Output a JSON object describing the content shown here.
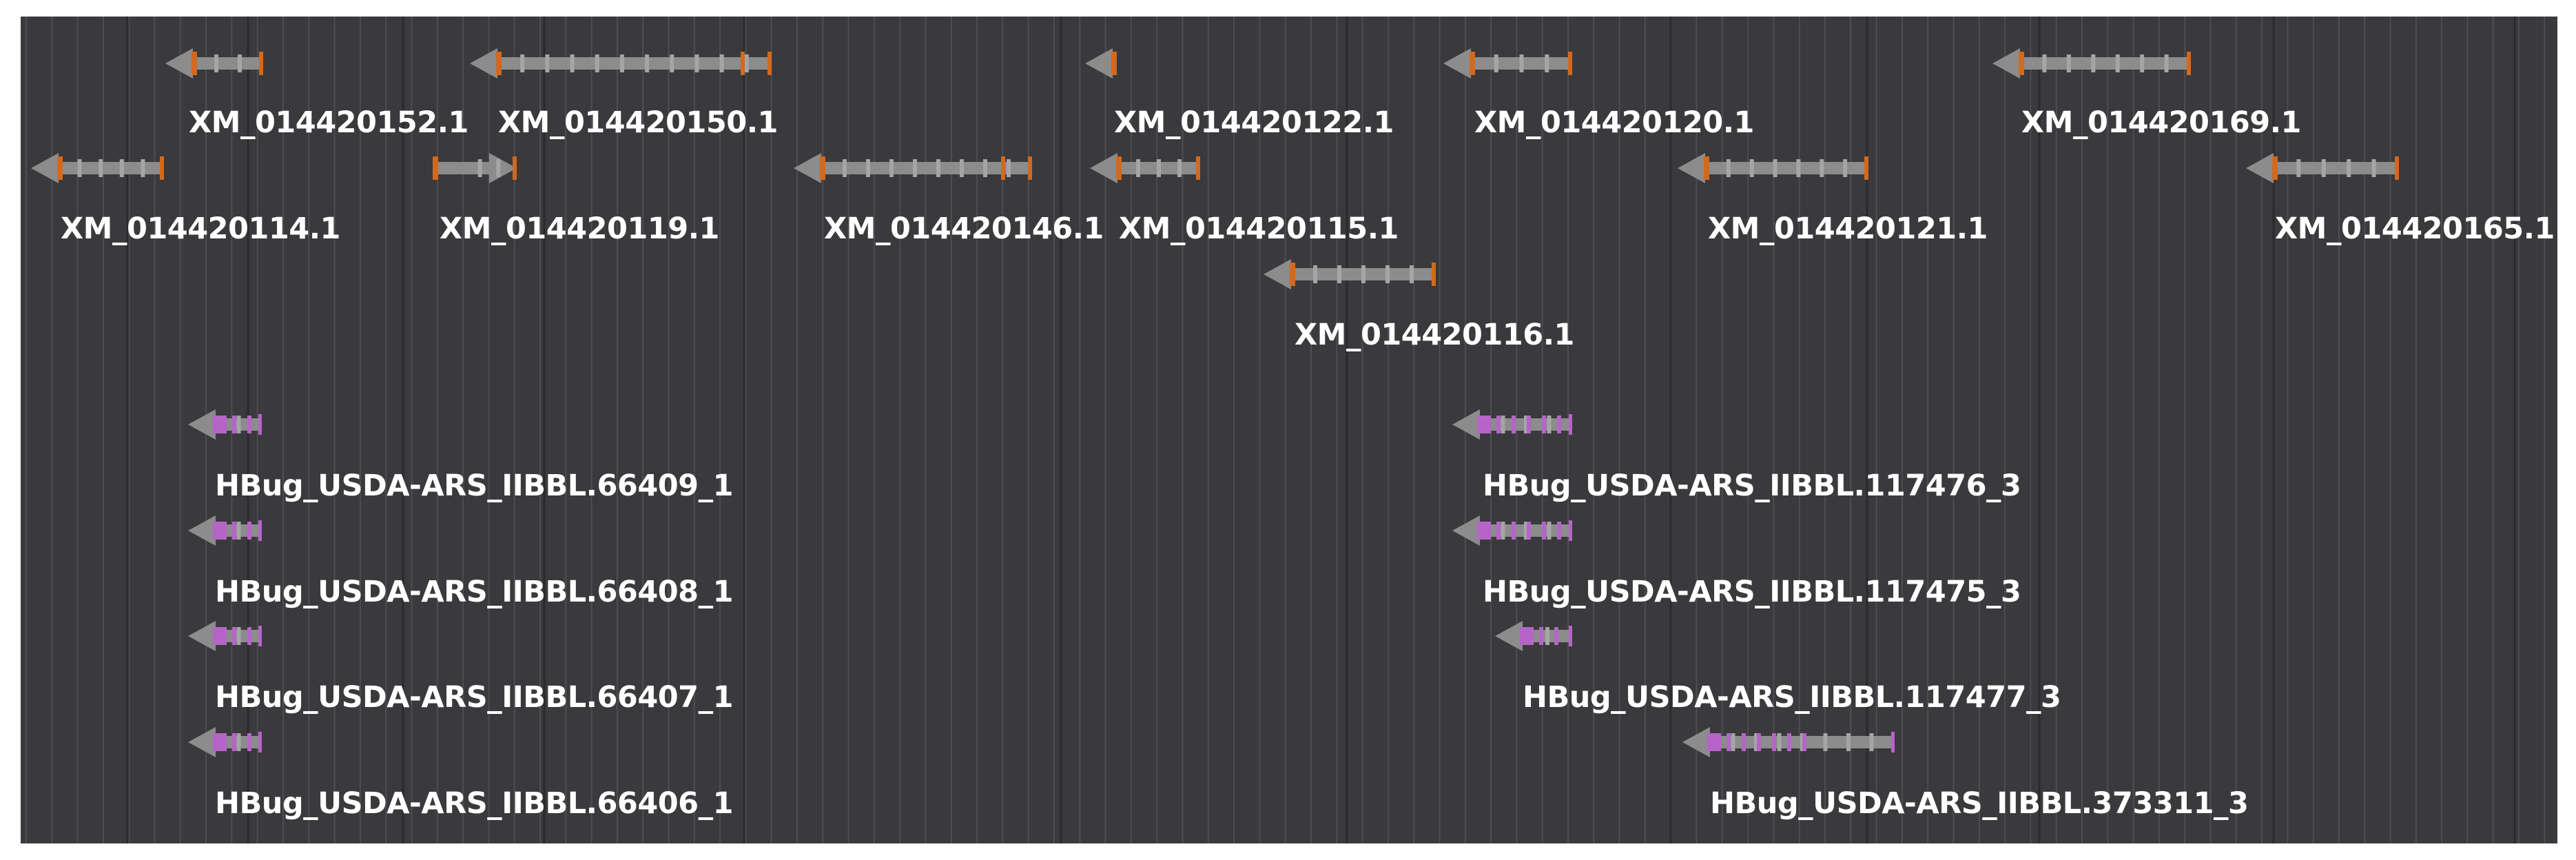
{
  "colors": {
    "background": "#3a393c",
    "grid_minor": "#4e4d51",
    "grid_major": "#2a292c",
    "feature_body": "#8c8c8c",
    "feature_exon": "#a5a5a5",
    "gene_accent": "#d2691e",
    "prediction_accent": "#b565c8",
    "label": "#ffffff"
  },
  "tracks": {
    "gene_models": {
      "features": [
        {
          "id": "XM_014420152.1",
          "strand": "-"
        },
        {
          "id": "XM_014420150.1",
          "strand": "-"
        },
        {
          "id": "XM_014420122.1",
          "strand": "-"
        },
        {
          "id": "XM_014420120.1",
          "strand": "-"
        },
        {
          "id": "XM_014420169.1",
          "strand": "-"
        },
        {
          "id": "XM_014420114.1",
          "strand": "-"
        },
        {
          "id": "XM_014420119.1",
          "strand": "+"
        },
        {
          "id": "XM_014420146.1",
          "strand": "-"
        },
        {
          "id": "XM_014420115.1",
          "strand": "-"
        },
        {
          "id": "XM_014420121.1",
          "strand": "-"
        },
        {
          "id": "XM_014420165.1",
          "strand": "-"
        },
        {
          "id": "XM_014420116.1",
          "strand": "-"
        }
      ]
    },
    "predictions": {
      "features": [
        {
          "id": "HBug_USDA-ARS_IIBBL.66409_1",
          "strand": "-"
        },
        {
          "id": "HBug_USDA-ARS_IIBBL.66408_1",
          "strand": "-"
        },
        {
          "id": "HBug_USDA-ARS_IIBBL.66407_1",
          "strand": "-"
        },
        {
          "id": "HBug_USDA-ARS_IIBBL.66406_1",
          "strand": "-"
        },
        {
          "id": "HBug_USDA-ARS_IIBBL.117476_3",
          "strand": "-"
        },
        {
          "id": "HBug_USDA-ARS_IIBBL.117475_3",
          "strand": "-"
        },
        {
          "id": "HBug_USDA-ARS_IIBBL.117477_3",
          "strand": "-"
        },
        {
          "id": "HBug_USDA-ARS_IIBBL.373311_3",
          "strand": "-"
        }
      ]
    }
  }
}
